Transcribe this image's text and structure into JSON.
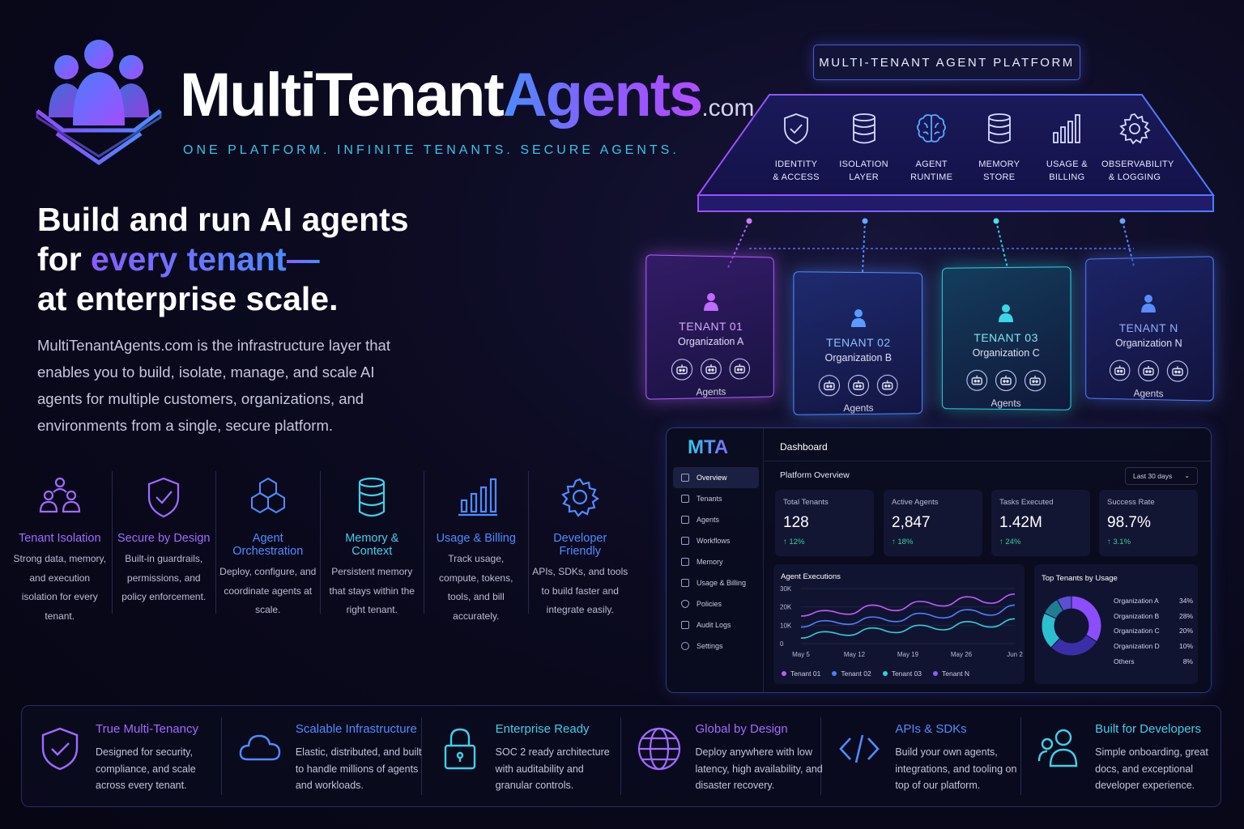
{
  "brand": {
    "name_part1": "MultiTenant",
    "name_part2": "Agents",
    "name_suffix": ".com",
    "tagline": "ONE PLATFORM. INFINITE TENANTS. SECURE AGENTS."
  },
  "hero": {
    "line1": "Build and run AI agents",
    "line2_prefix": "for ",
    "line2_accent": "every tenant",
    "line2_suffix": "—",
    "line3": "at enterprise scale."
  },
  "intro": "MultiTenantAgents.com is the infrastructure layer that enables you to build, isolate, manage, and scale AI agents for multiple customers, organizations, and environments from a single, secure platform.",
  "features": [
    {
      "icon": "users-icon",
      "title": "Tenant Isolation",
      "desc": "Strong data, memory, and execution isolation for every tenant.",
      "color": "#a06bff"
    },
    {
      "icon": "shield-check-icon",
      "title": "Secure by Design",
      "desc": "Built-in guardrails, permissions, and policy enforcement.",
      "color": "#a06bff"
    },
    {
      "icon": "cubes-icon",
      "title": "Agent Orchestration",
      "desc": "Deploy, configure, and coordinate agents at scale.",
      "color": "#4f8cff"
    },
    {
      "icon": "database-icon",
      "title": "Memory & Context",
      "desc": "Persistent memory that stays within the right tenant.",
      "color": "#3fd0e8"
    },
    {
      "icon": "bar-chart-icon",
      "title": "Usage & Billing",
      "desc": "Track usage, compute, tokens, tools, and bill accurately.",
      "color": "#4f8cff"
    },
    {
      "icon": "gear-icon",
      "title": "Developer Friendly",
      "desc": "APIs, SDKs, and tools to build faster and integrate easily.",
      "color": "#4f8cff"
    }
  ],
  "platform": {
    "label": "MULTI-TENANT AGENT PLATFORM",
    "items": [
      {
        "icon": "shield-check-icon",
        "line1": "IDENTITY",
        "line2": "& ACCESS"
      },
      {
        "icon": "database-icon",
        "line1": "ISOLATION",
        "line2": "LAYER"
      },
      {
        "icon": "brain-icon",
        "line1": "AGENT",
        "line2": "RUNTIME"
      },
      {
        "icon": "database-icon",
        "line1": "MEMORY",
        "line2": "STORE"
      },
      {
        "icon": "bar-chart-icon",
        "line1": "USAGE &",
        "line2": "BILLING"
      },
      {
        "icon": "gear-icon",
        "line1": "OBSERVABILITY",
        "line2": "& LOGGING"
      }
    ]
  },
  "tenants": [
    {
      "title": "TENANT 01",
      "org": "Organization A",
      "agents": "Agents",
      "color": "#b35cff"
    },
    {
      "title": "TENANT 02",
      "org": "Organization B",
      "agents": "Agents",
      "color": "#4f8cff"
    },
    {
      "title": "TENANT 03",
      "org": "Organization C",
      "agents": "Agents",
      "color": "#2fd0e0"
    },
    {
      "title": "TENANT N",
      "org": "Organization N",
      "agents": "Agents",
      "color": "#4f7dff"
    }
  ],
  "dashboard": {
    "logo": "MTA",
    "title": "Dashboard",
    "nav": [
      "Overview",
      "Tenants",
      "Agents",
      "Workflows",
      "Memory",
      "Usage & Billing",
      "Policies",
      "Audit Logs",
      "Settings"
    ],
    "overview_label": "Platform Overview",
    "range": "Last 30 days",
    "kpis": [
      {
        "name": "Total Tenants",
        "value": "128",
        "change": "↑ 12%"
      },
      {
        "name": "Active Agents",
        "value": "2,847",
        "change": "↑ 18%"
      },
      {
        "name": "Tasks Executed",
        "value": "1.42M",
        "change": "↑ 24%"
      },
      {
        "name": "Success Rate",
        "value": "98.7%",
        "change": "↑ 3.1%"
      }
    ],
    "executions_title": "Agent Executions",
    "top_title": "Top Tenants by Usage"
  },
  "chart_data": [
    {
      "type": "line",
      "title": "Agent Executions",
      "x": [
        "May 5",
        "May 12",
        "May 19",
        "May 26",
        "Jun 2"
      ],
      "ylim": [
        0,
        30000
      ],
      "yticks": [
        "0",
        "10K",
        "20K",
        "30K"
      ],
      "legend": "bottom",
      "series": [
        {
          "name": "Tenant 01",
          "color": "#c05cff",
          "values": [
            15000,
            18000,
            16000,
            21000,
            18000,
            23000,
            20500,
            25500,
            22000,
            27000
          ]
        },
        {
          "name": "Tenant 02",
          "color": "#4f7dff",
          "values": [
            9000,
            12500,
            10500,
            14500,
            12000,
            16500,
            14000,
            18500,
            15500,
            21000
          ]
        },
        {
          "name": "Tenant 03",
          "color": "#2fd0e0",
          "values": [
            3000,
            6500,
            4500,
            8500,
            6000,
            10000,
            7500,
            12000,
            9000,
            13500
          ]
        },
        {
          "name": "Tenant N",
          "color": "#8a5cff",
          "values": []
        }
      ]
    },
    {
      "type": "pie",
      "title": "Top Tenants by Usage",
      "categories": [
        "Organization A",
        "Organization B",
        "Organization C",
        "Organization D",
        "Others"
      ],
      "labels": [
        "34%",
        "28%",
        "20%",
        "10%",
        "8%"
      ],
      "values": [
        34,
        28,
        20,
        10,
        8
      ],
      "colors": [
        "#8a4dff",
        "#3b2fa8",
        "#2dbfcf",
        "#1f7e92",
        "#5a4fd6"
      ]
    }
  ],
  "bottom": [
    {
      "icon": "shield-check-icon",
      "title": "True Multi-Tenancy",
      "desc": "Designed for security, compliance, and scale across every tenant.",
      "color": "#a06bff"
    },
    {
      "icon": "cloud-icon",
      "title": "Scalable Infrastructure",
      "desc": "Elastic, distributed, and built to handle millions of agents and workloads.",
      "color": "#4f8cff"
    },
    {
      "icon": "lock-icon",
      "title": "Enterprise Ready",
      "desc": "SOC 2 ready architecture with auditability and granular controls.",
      "color": "#3fd0e8"
    },
    {
      "icon": "globe-icon",
      "title": "Global by Design",
      "desc": "Deploy anywhere with low latency, high availability, and disaster recovery.",
      "color": "#a06bff"
    },
    {
      "icon": "code-icon",
      "title": "APIs & SDKs",
      "desc": "Build your own agents, integrations, and tooling on top of our platform.",
      "color": "#4f8cff"
    },
    {
      "icon": "users-icon",
      "title": "Built for Developers",
      "desc": "Simple onboarding, great docs, and exceptional developer experience.",
      "color": "#3fd0e8"
    }
  ]
}
